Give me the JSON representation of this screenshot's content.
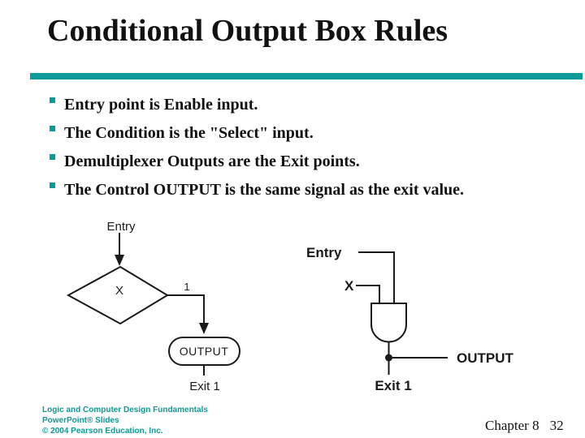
{
  "slide": {
    "title": "Conditional Output Box Rules",
    "accent_color": "#0b9a98",
    "bullets": [
      "Entry point is Enable input.",
      "The Condition is the \"Select\" input.",
      "Demultiplexer Outputs are the Exit points.",
      "The Control OUTPUT is the same signal as the exit value."
    ],
    "flowchart": {
      "entry_label": "Entry",
      "condition_label": "X",
      "branch_value": "1",
      "output_label": "OUTPUT",
      "exit_label": "Exit 1"
    },
    "circuit": {
      "entry_label": "Entry",
      "select_label": "X",
      "output_label": "OUTPUT",
      "exit_label": "Exit 1"
    },
    "footer": {
      "branding_lines": [
        "Logic and Computer Design Fundamentals",
        "PowerPoint® Slides",
        "© 2004 Pearson Education, Inc."
      ],
      "chapter_label": "Chapter 8",
      "page_number": "32"
    }
  }
}
